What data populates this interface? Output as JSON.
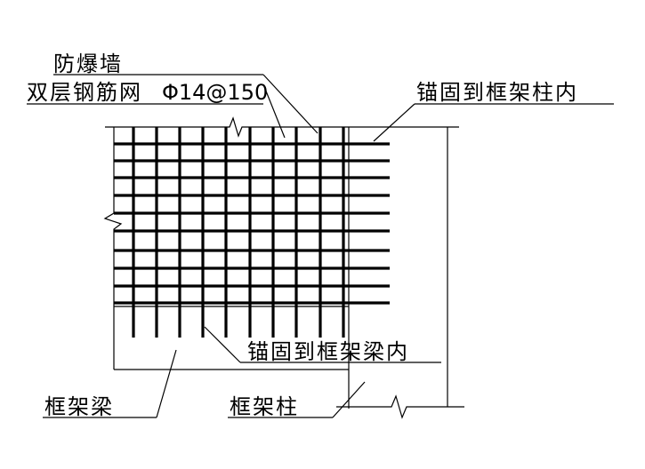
{
  "labels": {
    "wall_title": "防爆墙",
    "mesh_label": "双层钢筋网",
    "rebar_spec": "Φ14@150",
    "anchor_column": "锚固到框架柱内",
    "anchor_beam": "锚固到框架梁内",
    "frame_beam": "框架梁",
    "frame_column": "框架柱"
  },
  "colors": {
    "line": "#000000",
    "background": "#ffffff"
  }
}
